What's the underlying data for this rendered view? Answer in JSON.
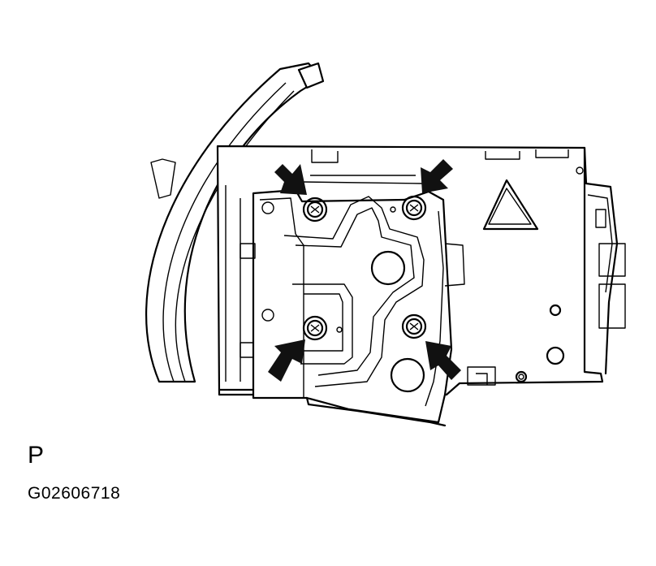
{
  "view_label": "P",
  "figure_id": "G02606718",
  "callouts": {
    "count": 4,
    "icon": "arrow-icon",
    "target": "bolt"
  }
}
